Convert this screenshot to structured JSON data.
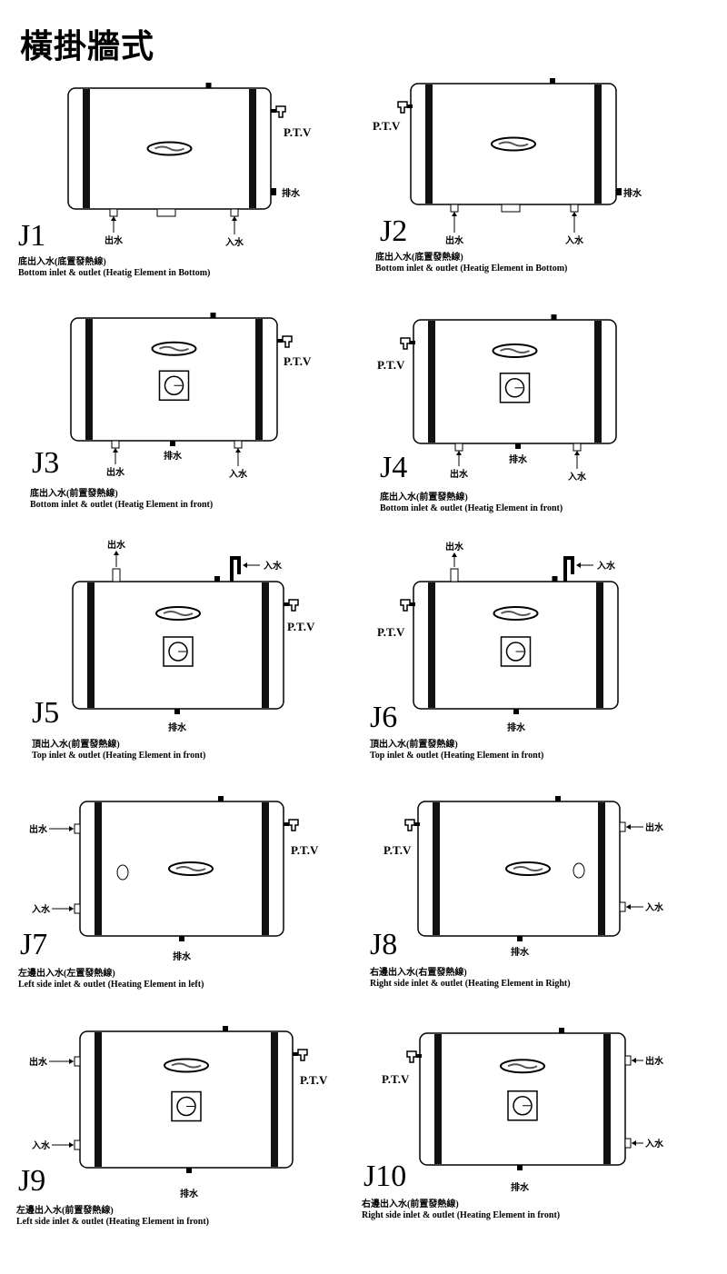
{
  "title": "橫掛牆式",
  "labels": {
    "outlet": "出水",
    "inlet": "入水",
    "ptv": "P.T.V",
    "drain": "排水"
  },
  "panels": [
    {
      "id": "J1",
      "caption_zh": "底出入水(底置發熱線)",
      "caption_en": "Bottom inlet & outlet (Heatig Element in Bottom)"
    },
    {
      "id": "J2",
      "caption_zh": "底出入水(底置發熱線)",
      "caption_en": "Bottom inlet & outlet (Heatig Element in Bottom)"
    },
    {
      "id": "J3",
      "caption_zh": "底出入水(前置發熱線)",
      "caption_en": "Bottom inlet & outlet (Heatig Element in front)"
    },
    {
      "id": "J4",
      "caption_zh": "底出入水(前置發熱線)",
      "caption_en": "Bottom inlet & outlet (Heatig Element in front)"
    },
    {
      "id": "J5",
      "caption_zh": "頂出入水(前置發熱線)",
      "caption_en": "Top inlet & outlet (Heating Element in front)"
    },
    {
      "id": "J6",
      "caption_zh": "頂出入水(前置發熱線)",
      "caption_en": "Top inlet & outlet (Heating Element in front)"
    },
    {
      "id": "J7",
      "caption_zh": "左邊出入水(左置發熱線)",
      "caption_en": "Left side inlet & outlet (Heating Element in left)"
    },
    {
      "id": "J8",
      "caption_zh": "右邊出入水(右置發熱線)",
      "caption_en": "Right side inlet & outlet (Heating Element in Right)"
    },
    {
      "id": "J9",
      "caption_zh": "左邊出入水(前置發熱線)",
      "caption_en": "Left side inlet & outlet (Heating Element in front)"
    },
    {
      "id": "J10",
      "caption_zh": "右邊出入水(前置發熱線)",
      "caption_en": "Right side inlet & outlet (Heating Element in front)"
    }
  ]
}
